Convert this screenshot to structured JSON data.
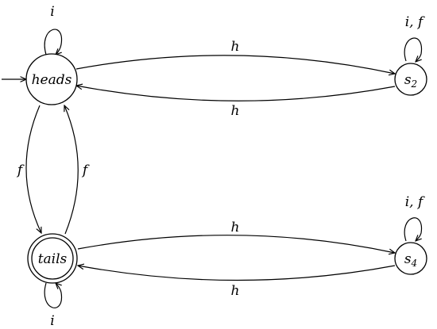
{
  "diagram": {
    "type": "state-machine",
    "nodes": {
      "heads": {
        "label": "heads",
        "initial": true,
        "accepting": false
      },
      "s2": {
        "label": "s",
        "subscript": "2",
        "initial": false,
        "accepting": false
      },
      "tails": {
        "label": "tails",
        "initial": false,
        "accepting": true
      },
      "s4": {
        "label": "s",
        "subscript": "4",
        "initial": false,
        "accepting": false
      }
    },
    "edges": [
      {
        "id": "heads-self",
        "from": "heads",
        "to": "heads",
        "label": "i"
      },
      {
        "id": "heads-to-s2",
        "from": "heads",
        "to": "s2",
        "label": "h"
      },
      {
        "id": "s2-to-heads",
        "from": "s2",
        "to": "heads",
        "label": "h"
      },
      {
        "id": "s2-self",
        "from": "s2",
        "to": "s2",
        "label": "i, f"
      },
      {
        "id": "heads-to-tails",
        "from": "heads",
        "to": "tails",
        "label": "f"
      },
      {
        "id": "tails-to-heads",
        "from": "tails",
        "to": "heads",
        "label": "f"
      },
      {
        "id": "tails-to-s4",
        "from": "tails",
        "to": "s4",
        "label": "h"
      },
      {
        "id": "s4-to-tails",
        "from": "s4",
        "to": "tails",
        "label": "h"
      },
      {
        "id": "s4-self",
        "from": "s4",
        "to": "s4",
        "label": "i, f"
      },
      {
        "id": "tails-self",
        "from": "tails",
        "to": "tails",
        "label": "i"
      }
    ]
  }
}
